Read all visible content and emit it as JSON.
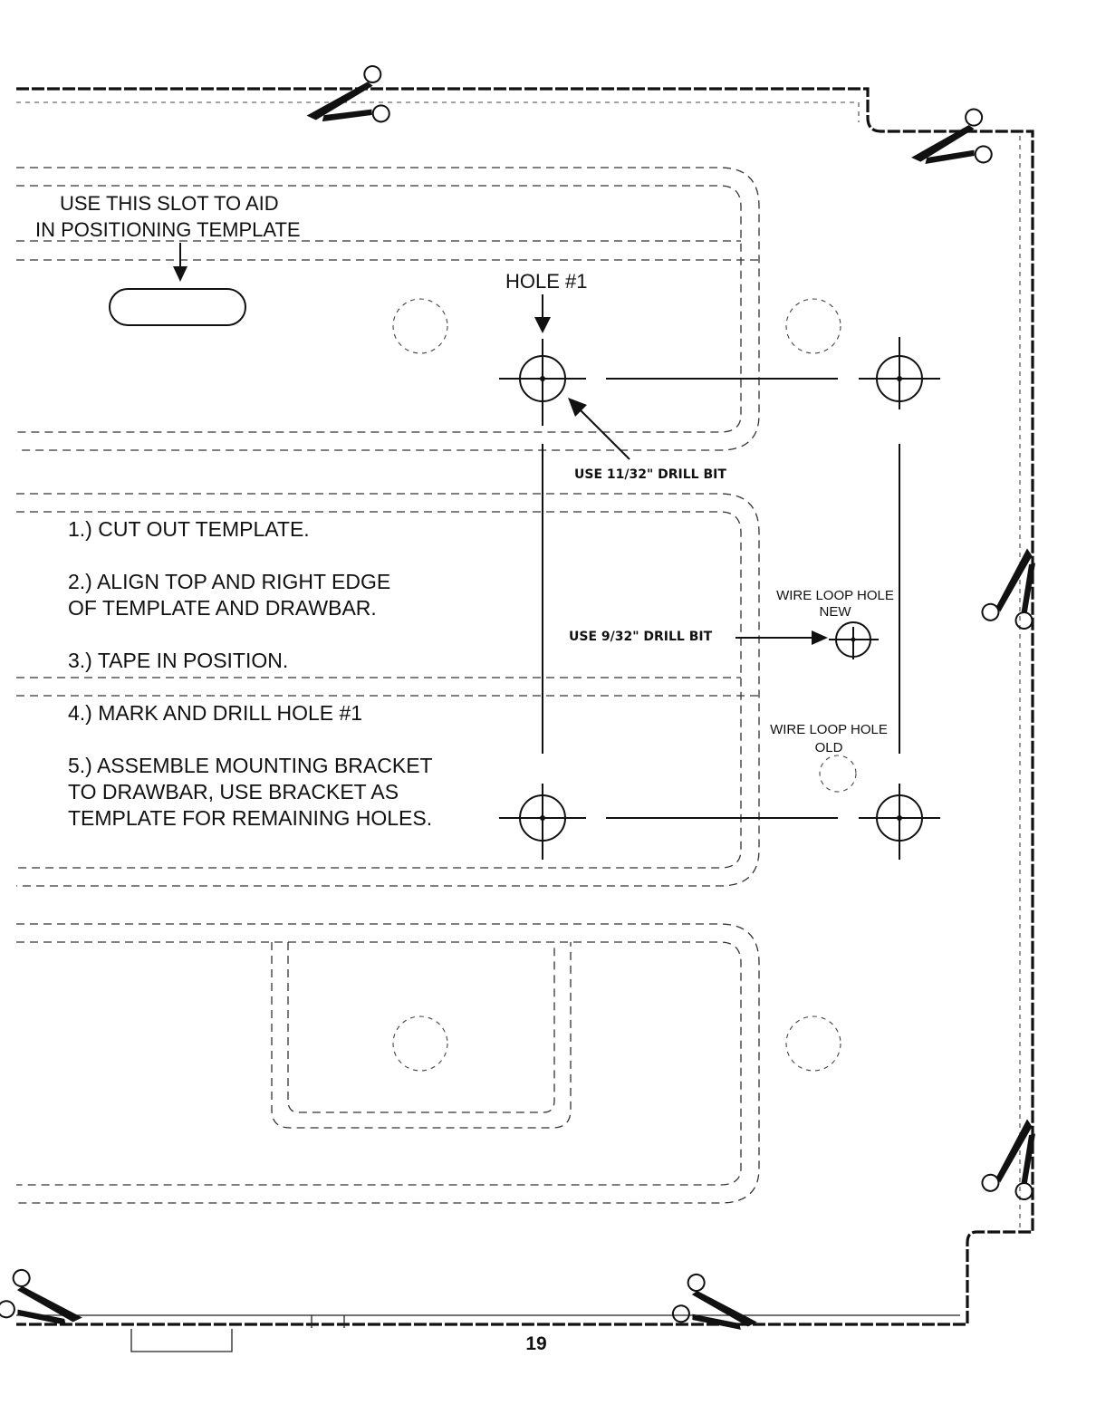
{
  "slot_note": {
    "line1": "USE THIS SLOT TO AID",
    "line2": "IN POSITIONING TEMPLATE"
  },
  "hole1_label": "HOLE #1",
  "drill_11_32": "USE 11/32\" DRILL BIT",
  "drill_9_32": "USE 9/32\" DRILL BIT",
  "wire_loop_new": {
    "line1": "WIRE LOOP HOLE",
    "line2": "NEW"
  },
  "wire_loop_old": {
    "line1": "WIRE LOOP HOLE",
    "line2": "OLD"
  },
  "steps": [
    {
      "lines": [
        "1.) CUT OUT TEMPLATE."
      ]
    },
    {
      "lines": [
        "2.) ALIGN TOP AND RIGHT EDGE",
        "OF TEMPLATE AND DRAWBAR."
      ]
    },
    {
      "lines": [
        "3.) TAPE IN POSITION."
      ]
    },
    {
      "lines": [
        "4.) MARK AND DRILL HOLE #1"
      ]
    },
    {
      "lines": [
        "5.) ASSEMBLE MOUNTING BRACKET",
        "TO DRAWBAR, USE BRACKET AS",
        "TEMPLATE FOR REMAINING HOLES."
      ]
    }
  ],
  "page_number": "19",
  "icons": [
    "scissors-icon",
    "crosshair-icon",
    "arrow-icon"
  ],
  "colors": {
    "ink": "#111111",
    "paper": "#ffffff"
  }
}
